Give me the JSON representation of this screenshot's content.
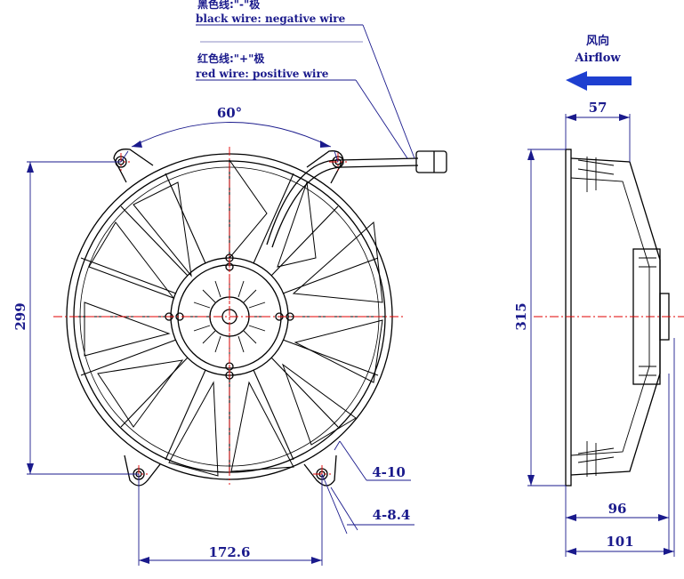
{
  "wires": {
    "black_cn": "黑色线:\"-\"极",
    "black_en": "black wire: negative wire",
    "red_cn": "红色线:\"+\"极",
    "red_en": "red wire: positive wire"
  },
  "airflow": {
    "cn": "风向",
    "en": "Airflow"
  },
  "dimensions": {
    "angle": "60°",
    "height_front": "299",
    "height_side": "315",
    "hole_spacing": "172.6",
    "slot": "4-10",
    "hole": "4-8.4",
    "depth_top": "57",
    "depth_mid": "96",
    "depth_bottom": "101"
  },
  "colors": {
    "line": "#000000",
    "dimension": "#1a1a8c",
    "centerline": "#e00000",
    "arrow": "#1e3fd0"
  }
}
